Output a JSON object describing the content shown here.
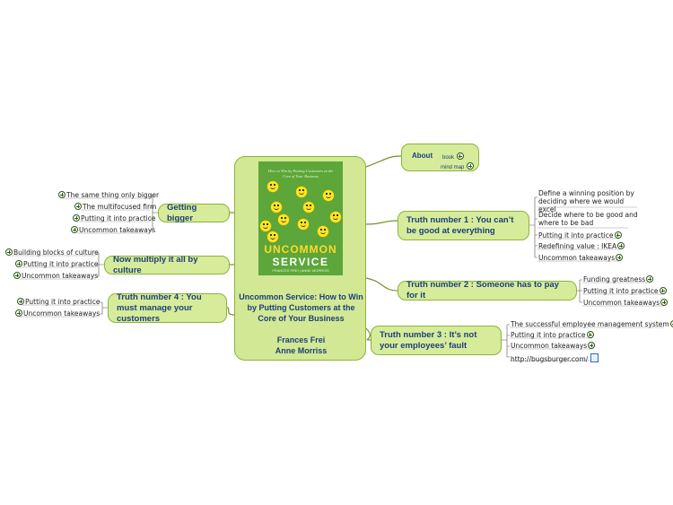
{
  "center": {
    "title": "Uncommon Service: How to Win by Putting Customers at the Core of Your Business",
    "authors_line1": "Frances Frei",
    "authors_line2": "Anne Morriss",
    "book_cover": {
      "blurb": "How to Win by Putting Customers at the Core of Your Business",
      "title_line1": "UNCOMMON",
      "title_line2": "SERVICE",
      "authors": "FRANCES FREI | ANNE MORRISS"
    }
  },
  "about": {
    "label": "About",
    "items": [
      "book",
      "mind map"
    ]
  },
  "left_branches": [
    {
      "label": "Getting bigger",
      "leaves": [
        "The same thing only bigger",
        "The multifocused firm",
        "Putting it into practice",
        "Uncommon takeaways"
      ]
    },
    {
      "label": "Now multiply it all by culture",
      "leaves": [
        "Building blocks of culture",
        "Putting it into practice",
        "Uncommon takeaways"
      ]
    },
    {
      "label": "Truth number 4 : You must manage your customers",
      "leaves": [
        "Putting it into practice",
        "Uncommon takeaways"
      ]
    }
  ],
  "right_branches": [
    {
      "label": "Truth number 1 : You can’t be good at everything",
      "leaves": [
        "Define a winning position by deciding where we would excel",
        "Decide where to be good and where to be bad",
        "Putting it into practice",
        "Redefining value : IKEA",
        "Uncommon takeaways"
      ]
    },
    {
      "label": "Truth number 2 : Someone has to pay for it",
      "leaves": [
        "Funding greatness",
        "Putting it into practice",
        "Uncommon takeaways"
      ]
    },
    {
      "label": "Truth number 3 : It’s not your employees’ fault",
      "leaves": [
        "The successful employee management system",
        "Putting it into practice",
        "Uncommon takeaways",
        "http://bugsburger.com/"
      ]
    }
  ],
  "colors": {
    "node_fill": "#d6ec9a",
    "node_border": "#8cb33a",
    "node_text": "#1c3f7a",
    "connector": "#7a8f2a",
    "cover_green": "#5ca63a",
    "cover_yellow": "#ffd928"
  },
  "icons": {
    "expand": "plus-circle-icon",
    "hyperlink": "hyperlink-icon",
    "face": "smiley-face-icon"
  }
}
